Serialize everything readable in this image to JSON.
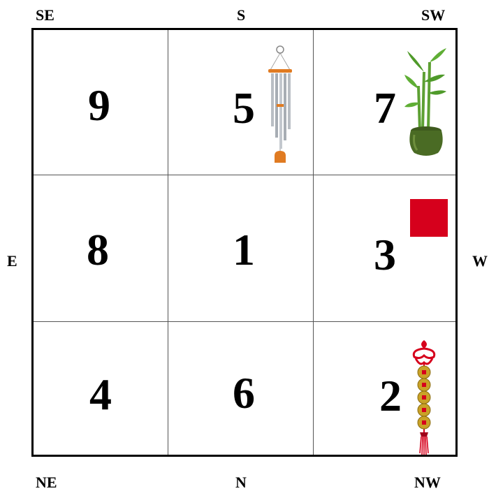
{
  "directions": {
    "top_left": "SE",
    "top_center": "S",
    "top_right": "SW",
    "left": "E",
    "right": "W",
    "bottom_left": "NE",
    "bottom_center": "N",
    "bottom_right": "NW"
  },
  "grid": {
    "cells": [
      {
        "number": "9",
        "item": ""
      },
      {
        "number": "5",
        "item": "wind-chime"
      },
      {
        "number": "7",
        "item": "lucky-bamboo"
      },
      {
        "number": "8",
        "item": ""
      },
      {
        "number": "1",
        "item": ""
      },
      {
        "number": "3",
        "item": "red-square"
      },
      {
        "number": "4",
        "item": ""
      },
      {
        "number": "6",
        "item": ""
      },
      {
        "number": "2",
        "item": "chinese-coins"
      }
    ]
  },
  "colors": {
    "red": "#d6001c",
    "bamboo_green": "#4f9a2a",
    "pot_green": "#4a6b24",
    "chime_silver": "#b9bec4",
    "chime_orange": "#e07b22"
  }
}
